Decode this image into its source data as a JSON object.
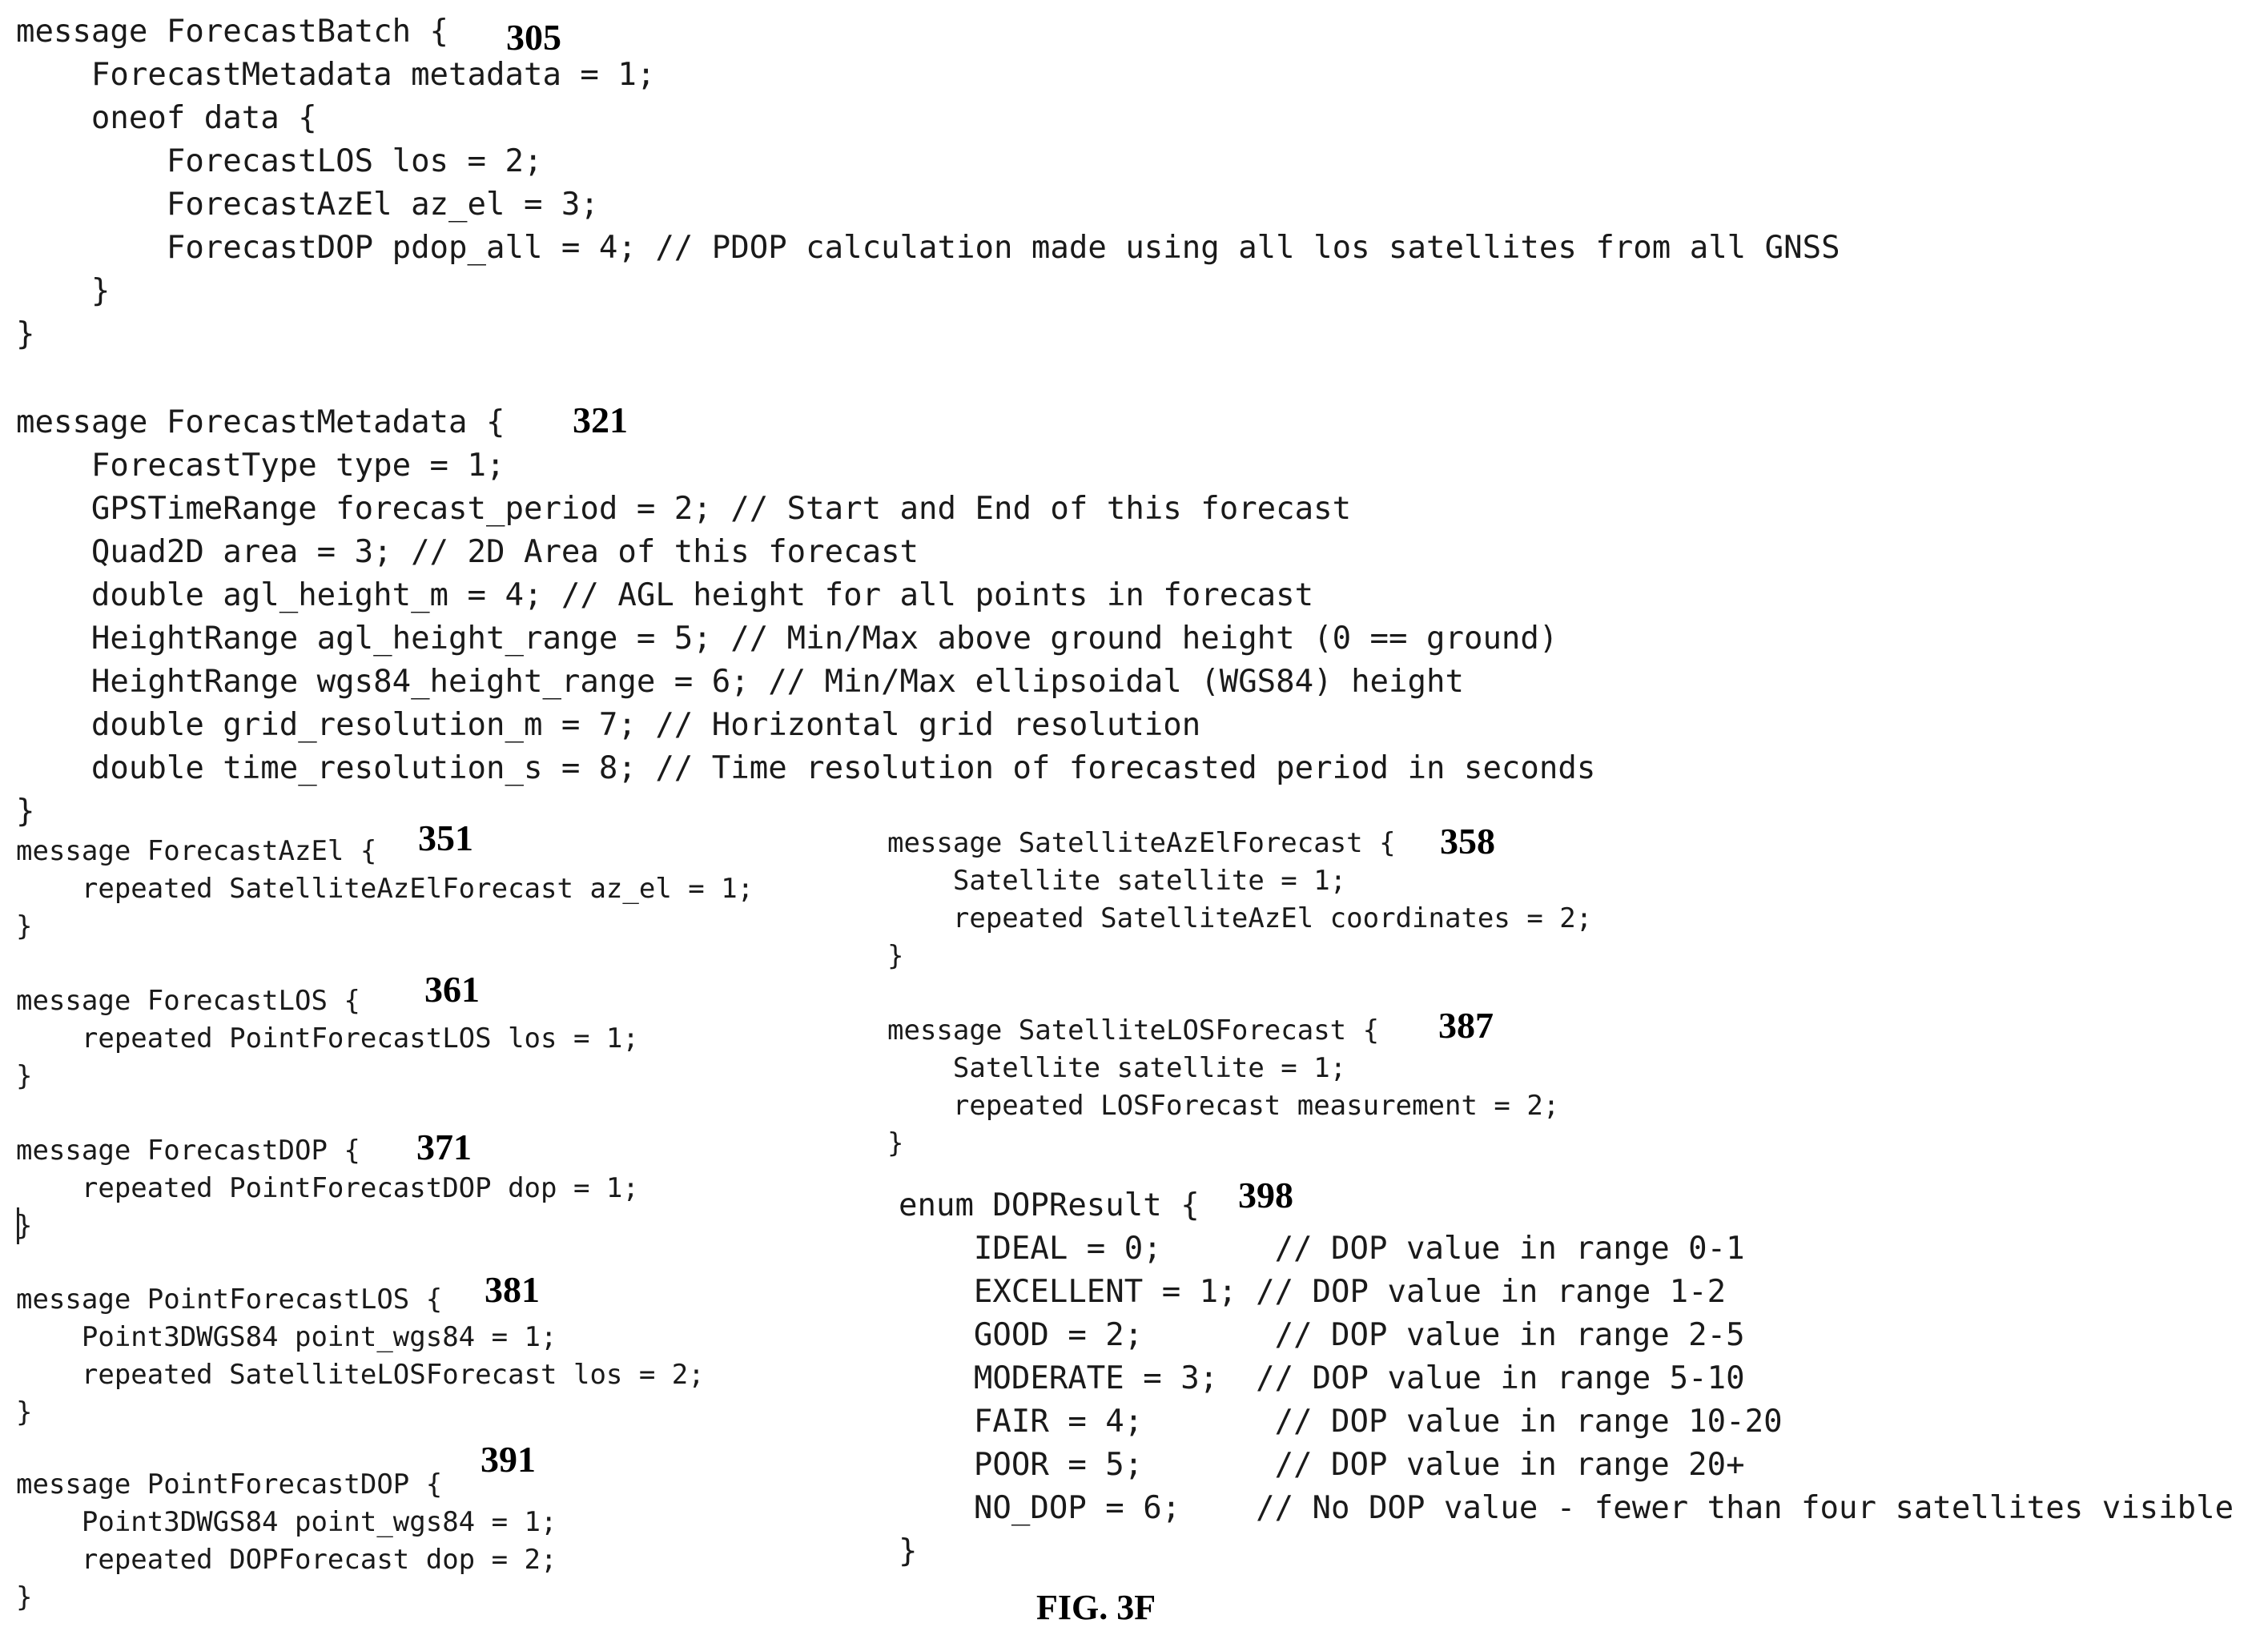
{
  "figure_label": "FIG. 3F",
  "blocks": {
    "forecast_batch": {
      "ref": "305",
      "lines": [
        "message ForecastBatch {",
        "    ForecastMetadata metadata = 1;",
        "    oneof data {",
        "        ForecastLOS los = 2;",
        "        ForecastAzEl az_el = 3;",
        "        ForecastDOP pdop_all = 4; // PDOP calculation made using all los satellites from all GNSS",
        "    }",
        "}"
      ]
    },
    "forecast_metadata": {
      "ref": "321",
      "lines": [
        "message ForecastMetadata {",
        "    ForecastType type = 1;",
        "    GPSTimeRange forecast_period = 2; // Start and End of this forecast",
        "    Quad2D area = 3; // 2D Area of this forecast",
        "    double agl_height_m = 4; // AGL height for all points in forecast",
        "    HeightRange agl_height_range = 5; // Min/Max above ground height (0 == ground)",
        "    HeightRange wgs84_height_range = 6; // Min/Max ellipsoidal (WGS84) height",
        "    double grid_resolution_m = 7; // Horizontal grid resolution",
        "    double time_resolution_s = 8; // Time resolution of forecasted period in seconds",
        "}"
      ]
    },
    "forecast_azel": {
      "ref": "351",
      "lines": [
        "message ForecastAzEl {",
        "    repeated SatelliteAzElForecast az_el = 1;",
        "}"
      ]
    },
    "forecast_los": {
      "ref": "361",
      "lines": [
        "message ForecastLOS {",
        "    repeated PointForecastLOS los = 1;",
        "}"
      ]
    },
    "forecast_dop": {
      "ref": "371",
      "lines": [
        "message ForecastDOP {",
        "    repeated PointForecastDOP dop = 1;",
        "}"
      ]
    },
    "point_forecast_los": {
      "ref": "381",
      "lines": [
        "message PointForecastLOS {",
        "    Point3DWGS84 point_wgs84 = 1;",
        "    repeated SatelliteLOSForecast los = 2;",
        "}"
      ]
    },
    "point_forecast_dop": {
      "ref": "391",
      "lines": [
        "message PointForecastDOP {",
        "    Point3DWGS84 point_wgs84 = 1;",
        "    repeated DOPForecast dop = 2;",
        "}"
      ]
    },
    "satellite_azel_forecast": {
      "ref": "358",
      "lines": [
        "message SatelliteAzElForecast {",
        "    Satellite satellite = 1;",
        "    repeated SatelliteAzEl coordinates = 2;",
        "}"
      ]
    },
    "satellite_los_forecast": {
      "ref": "387",
      "lines": [
        "message SatelliteLOSForecast {",
        "    Satellite satellite = 1;",
        "    repeated LOSForecast measurement = 2;",
        "}"
      ]
    },
    "dop_result": {
      "ref": "398",
      "lines": [
        "enum DOPResult {",
        "    IDEAL = 0;      // DOP value in range 0-1",
        "    EXCELLENT = 1; // DOP value in range 1-2",
        "    GOOD = 2;       // DOP value in range 2-5",
        "    MODERATE = 3;  // DOP value in range 5-10",
        "    FAIR = 4;       // DOP value in range 10-20",
        "    POOR = 5;       // DOP value in range 20+",
        "    NO_DOP = 6;    // No DOP value - fewer than four satellites visible",
        "}"
      ]
    }
  }
}
